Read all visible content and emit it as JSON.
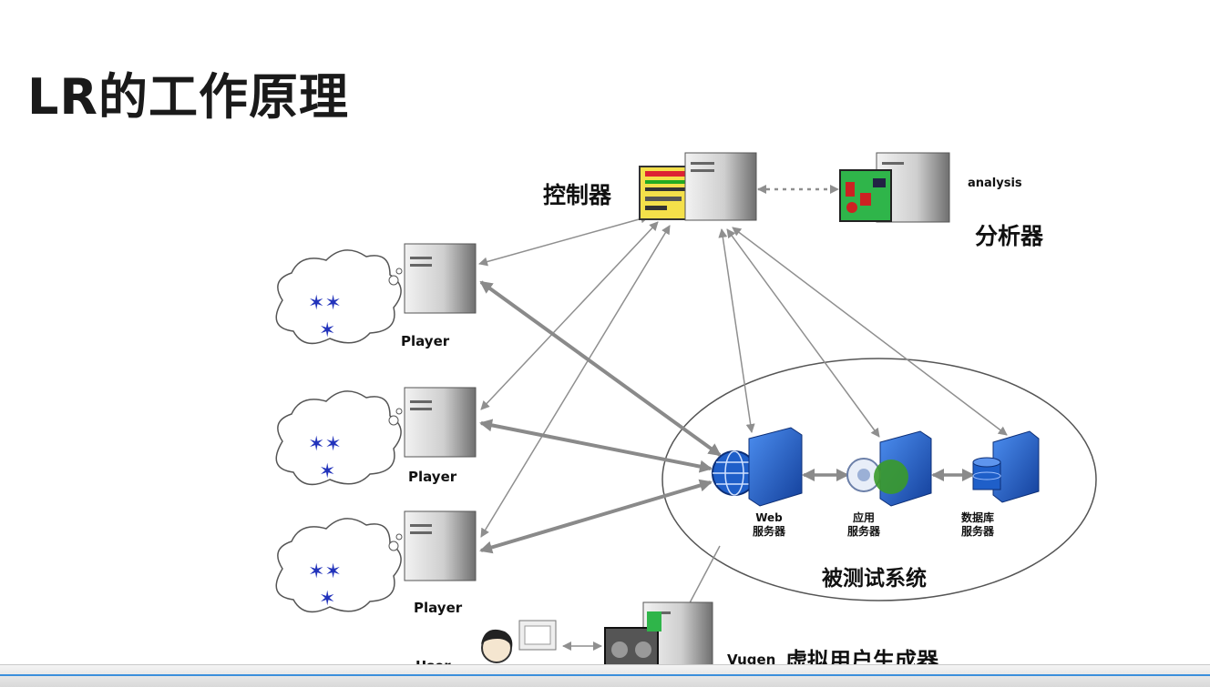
{
  "title": "LR的工作原理",
  "controller": {
    "label": "控制器"
  },
  "analysis": {
    "label_en": "analysis",
    "label_cn": "分析器"
  },
  "players": [
    {
      "label": "Player"
    },
    {
      "label": "Player"
    },
    {
      "label": "Player"
    }
  ],
  "system": {
    "label": "被测试系统",
    "web": {
      "line1": "Web",
      "line2": "服务器"
    },
    "app": {
      "line1": "应用",
      "line2": "服务器"
    },
    "db": {
      "line1": "数据库",
      "line2": "服务器"
    }
  },
  "user": {
    "label": "User"
  },
  "vugen": {
    "label_en": "Vugen",
    "label_cn": "虚拟用户生成器"
  },
  "colors": {
    "server_blue": "#1f5fc9",
    "arrow_gray": "#8f8f8f",
    "runner_blue": "#2233bb"
  }
}
